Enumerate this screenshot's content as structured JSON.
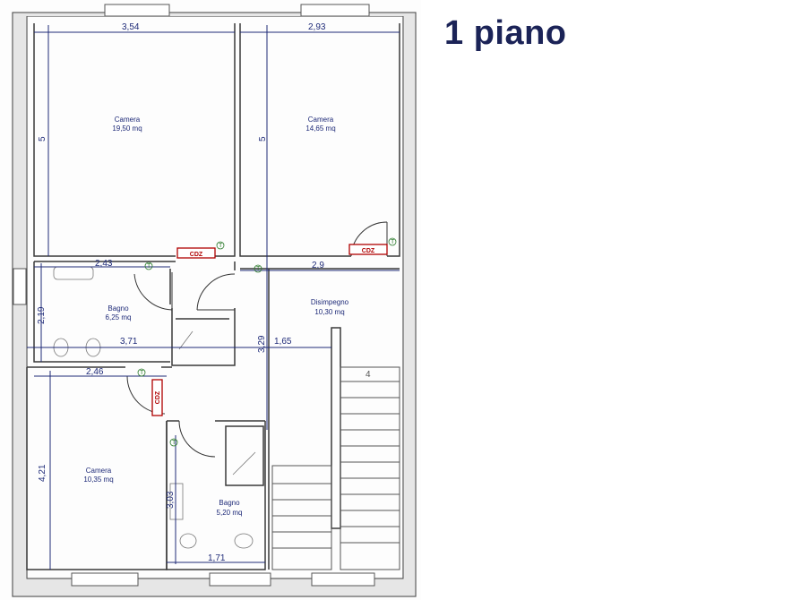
{
  "title": "1 piano",
  "rooms": {
    "camera_1": {
      "name": "Camera",
      "area": "19,50 mq"
    },
    "camera_2": {
      "name": "Camera",
      "area": "14,65 mq"
    },
    "bagno_1": {
      "name": "Bagno",
      "area": "6,25 mq"
    },
    "disimpegno": {
      "name": "Disimpegno",
      "area": "10,30 mq"
    },
    "camera_3": {
      "name": "Camera",
      "area": "10,35 mq"
    },
    "bagno_2": {
      "name": "Bagno",
      "area": "5,20 mq"
    }
  },
  "dimensions": {
    "top_left_width": "3,54",
    "top_right_width": "2,93",
    "camera_1_height": "5",
    "camera_2_height": "5",
    "bagno_1_width": "2,43",
    "disimpegno_width": "2,9",
    "bagno_1_height": "2,19",
    "mid_width": "3,71",
    "disimpegno_height": "3,29",
    "stair_width": "1,65",
    "camera_3_width": "2,46",
    "camera_3_height": "4,21",
    "bagno_2_height": "3,03",
    "bagno_2_width": "1,71"
  },
  "labels": {
    "cdz": "CDZ",
    "thermostat": "T",
    "stair_number": "4"
  },
  "colors": {
    "title": "#1b2357",
    "room_text": "#1e2a78",
    "cdz_red": "#b00000",
    "wall": "#4a4a4a",
    "dimension_line": "#1e2a78"
  }
}
